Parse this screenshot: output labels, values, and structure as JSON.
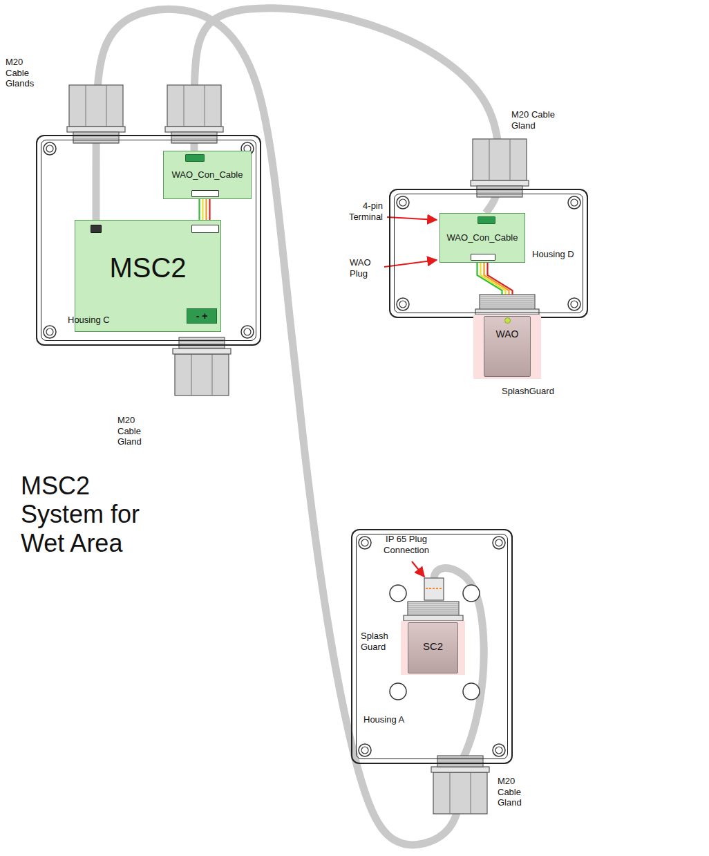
{
  "diagram": {
    "title": "MSC2 System for Wet Area",
    "nodes": [
      {
        "text": [
          "Housing C"
        ]
      },
      {
        "text": [
          "WAO_Con_Cable"
        ],
        "in": 0
      },
      {
        "text": [
          "MSC2"
        ],
        "in": 0
      },
      {
        "text": [
          "Housing D"
        ]
      },
      {
        "text": [
          "WAO_Con_Cable"
        ],
        "in": 3
      },
      {
        "text": [
          "WAO",
          "SplashGuard"
        ]
      },
      {
        "text": [
          "Housing A"
        ]
      },
      {
        "text": [
          "Splash Guard",
          "SC2"
        ],
        "in": 6
      }
    ],
    "edges": [
      {
        "from": 1,
        "to": 4,
        "arrow": "none"
      },
      {
        "from": 2,
        "to": 6,
        "arrow": "none"
      },
      {
        "from": 1,
        "to": 2,
        "arrow": "none"
      },
      {
        "from": 4,
        "to": 5,
        "arrow": "none"
      }
    ],
    "labels": [
      "M20 Cable Glands",
      "- +",
      "M20 Cable Gland",
      "M20 Cable Gland",
      "4-pin Terminal",
      "WAO Plug",
      "IP 65 Plug Connection",
      "M20 Cable Gland"
    ]
  }
}
